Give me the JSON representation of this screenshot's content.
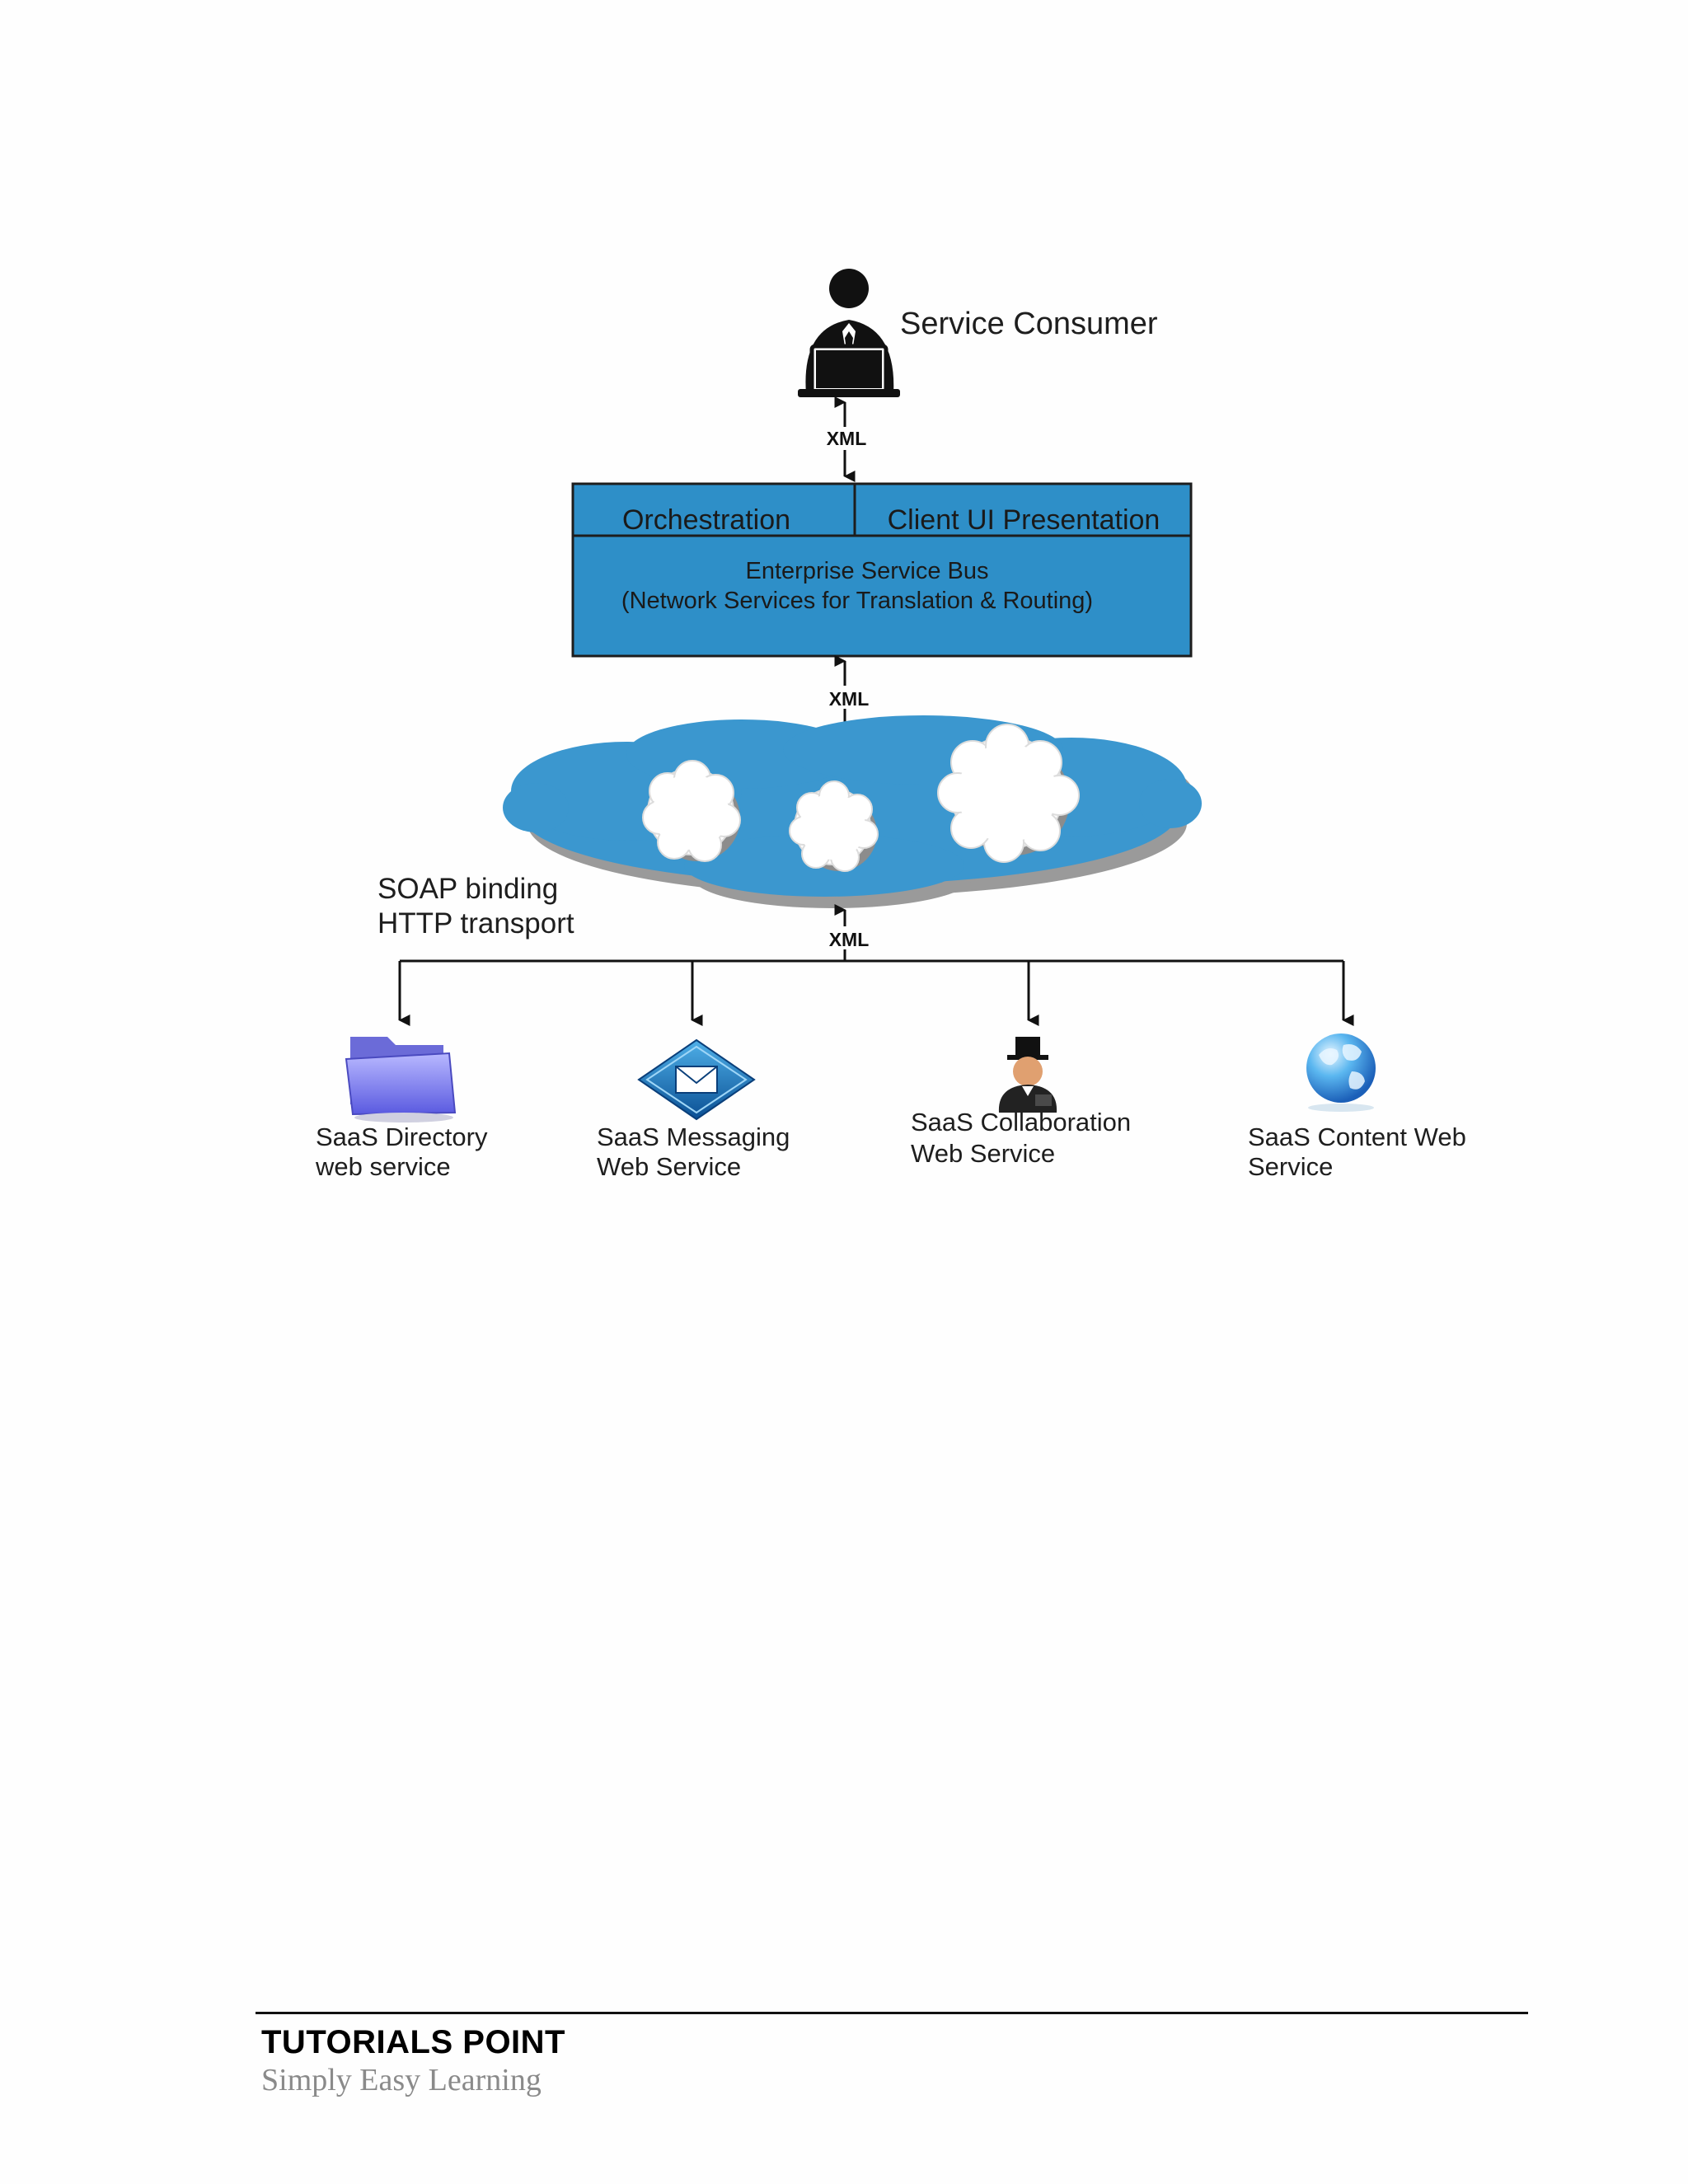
{
  "diagram": {
    "consumer_label": "Service Consumer",
    "xml_top": "XML",
    "xml_mid": "XML",
    "xml_bottom": "XML",
    "bus": {
      "left_cell": "Orchestration",
      "right_cell": "Client UI Presentation",
      "title": "Enterprise Service Bus",
      "subtitle": "(Network Services for Translation & Routing)",
      "fill_color": "#2e8fc8"
    },
    "cloud_color": "#3b97cf",
    "binding_line1": "SOAP binding",
    "binding_line2": "HTTP transport",
    "services": [
      {
        "line1": "SaaS Directory",
        "line2": "web service",
        "icon": "folder-icon"
      },
      {
        "line1": "SaaS Messaging",
        "line2": "Web Service",
        "icon": "envelope-icon"
      },
      {
        "line1": "SaaS Collaboration",
        "line2": "Web Service",
        "icon": "collaborator-icon"
      },
      {
        "line1": "SaaS Content Web",
        "line2": "Service",
        "icon": "globe-icon"
      }
    ]
  },
  "footer": {
    "brand": "TUTORIALS POINT",
    "tagline": "Simply Easy Learning"
  }
}
